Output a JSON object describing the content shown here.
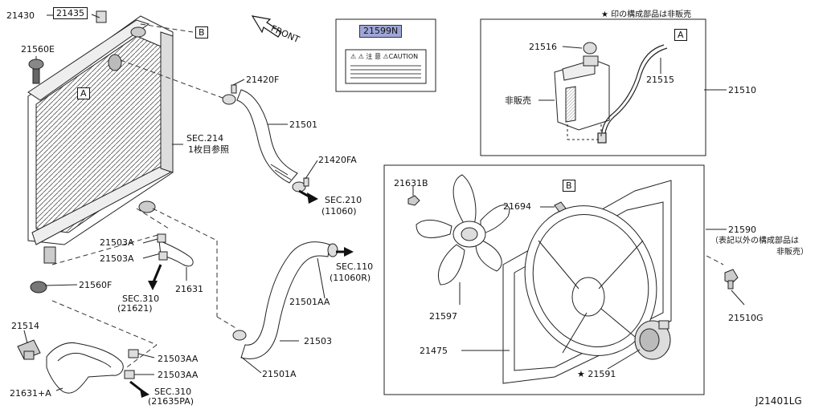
{
  "diagram_code": "J21401LG",
  "direction_label": "FRONT",
  "legend_note": "★ 印の構成部品は非販売",
  "label_box": {
    "part_no": "21599N",
    "caution_text": "⚠ ⚠ 注 意 ⚠CAUTION"
  },
  "ref_markers": {
    "a": "A",
    "b": "B"
  },
  "parts": {
    "p21430": "21430",
    "p21435": "21435",
    "p21560e": "21560E",
    "p21560f": "21560F",
    "p21420f": "21420F",
    "p21501": "21501",
    "p21420fa": "21420FA",
    "sec214": "SEC.214",
    "sec214_sub": "1枚目参照",
    "sec210": "SEC.210",
    "sec210_sub": "(11060)",
    "p21503a_1": "21503A",
    "p21503a_2": "21503A",
    "p21631": "21631",
    "sec310_1": "SEC.310",
    "sec310_1_sub": "(21621)",
    "sec110": "SEC.110",
    "sec110_sub": "(11060R)",
    "p21501aa": "21501AA",
    "p21503": "21503",
    "p21501a": "21501A",
    "p21514": "21514",
    "p21503aa": "21503AA",
    "p21503aa_2": "21503AA",
    "p21631a": "21631+A",
    "sec310_2": "SEC.310",
    "sec310_2_sub": "(21635PA)",
    "p21516": "21516",
    "p21515": "21515",
    "p21510": "21510",
    "not_sold": "非販売",
    "p21631b": "21631B",
    "p21694": "21694",
    "p21590": "21590",
    "p21590_note1": "（表記以外の構成部品は",
    "p21590_note2": "非販売）",
    "p21510g": "21510G",
    "p21597": "21597",
    "p21475": "21475",
    "p21591": "★ 21591"
  }
}
